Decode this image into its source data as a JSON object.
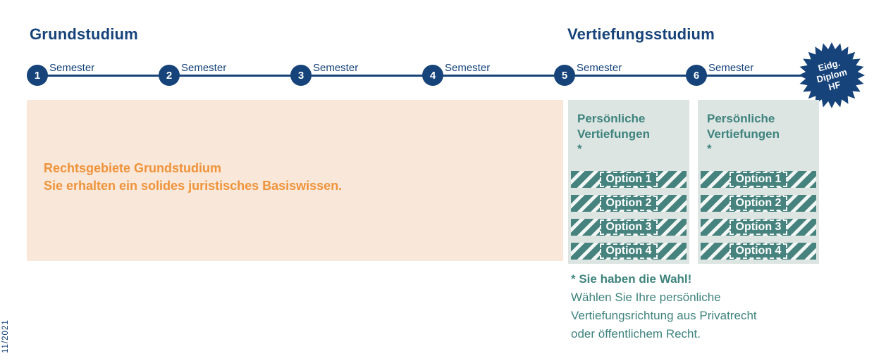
{
  "page": {
    "left_title": "Grundstudium",
    "right_title": "Vertiefungsstudium",
    "version_label": "11/2021"
  },
  "colors": {
    "navy": "#16437a",
    "teal": "#47837e",
    "peach_box": "#f9e7d9",
    "orange_text": "#ef9339",
    "vbox_background": "#dde5e3"
  },
  "timeline": {
    "semester_label": "Semester",
    "steps": [
      {
        "number": "1"
      },
      {
        "number": "2"
      },
      {
        "number": "3"
      },
      {
        "number": "4"
      },
      {
        "number": "5"
      },
      {
        "number": "6"
      }
    ],
    "badge": {
      "line1": "Eidg.",
      "line2": "Diplom",
      "line3": "HF"
    }
  },
  "grund_box": {
    "line1": "Rechtsgebiete Grundstudium",
    "line2": "Sie erhalten ein solides juristisches Basiswissen."
  },
  "vertiefung_boxes": [
    {
      "title": "Persönliche Vertiefungen",
      "asterisk": "*",
      "options": [
        "Option 1",
        "Option 2",
        "Option 3",
        "Option 4"
      ]
    },
    {
      "title": "Persönliche Vertiefungen",
      "asterisk": "*",
      "options": [
        "Option 1",
        "Option 2",
        "Option 3",
        "Option 4"
      ]
    }
  ],
  "footnote": {
    "bold_line": "* Sie haben die Wahl!",
    "lines": [
      "Wählen Sie Ihre persönliche",
      "Vertiefungsrichtung aus Privatrecht",
      "oder öffentlichem Recht."
    ]
  }
}
